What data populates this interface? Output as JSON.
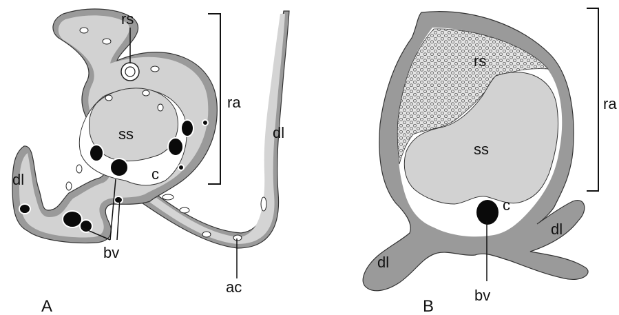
{
  "panel_a": {
    "panel_label": "A",
    "labels": {
      "rs": "rs",
      "ra": "ra",
      "ss": "ss",
      "c": "c",
      "dl_left": "dl",
      "dl_right": "dl",
      "bv": "bv",
      "ac": "ac"
    }
  },
  "panel_b": {
    "panel_label": "B",
    "labels": {
      "rs": "rs",
      "ra": "ra",
      "ss": "ss",
      "c": "c",
      "dl_left": "dl",
      "dl_right": "dl",
      "bv": "bv"
    }
  },
  "colors": {
    "outer_tissue": "#9a9a9a",
    "inner_tissue": "#d2d2d2",
    "background": "#ffffff",
    "blood_vessel": "#0a0a0a",
    "outline": "#333333"
  }
}
